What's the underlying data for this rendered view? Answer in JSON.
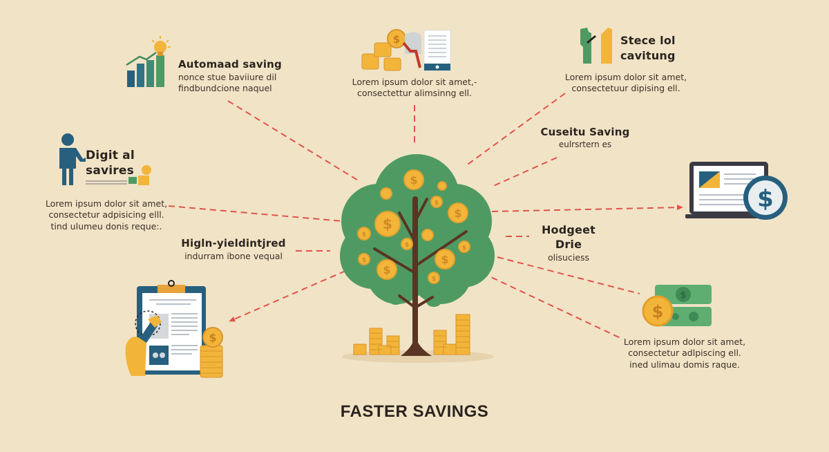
{
  "colors": {
    "background": "#f1e3c6",
    "connector": "#e0534a",
    "tree_foliage": "#4f9a63",
    "tree_trunk": "#5a3424",
    "coin": "#f2b53a",
    "coin_dark": "#d9932b",
    "blue": "#27607e",
    "green": "#4f9a63",
    "text": "#2a241e"
  },
  "center": {
    "icon": "money-tree-icon",
    "coin_symbol": "$"
  },
  "nodes": {
    "automated": {
      "icon": "growth-chart-lightbulb-icon",
      "title": "Automaad saving",
      "lines": [
        "nonce stue baviiure dil",
        "findbundcione naquel"
      ]
    },
    "top_center": {
      "icon": "coins-document-icon",
      "lines": [
        "Lorem ipsum dolor sit amet,-",
        "consectettur alimsinng ell."
      ]
    },
    "stece": {
      "icon": "bar-blocks-icon",
      "title_lines": [
        "Stece lol",
        "cavitung"
      ],
      "lines": [
        "Lorem ipsum dolor sit amet,",
        "consectetuur dipising ell."
      ]
    },
    "cuseitu": {
      "title": "Cuseitu Saving",
      "lines": [
        "eulrsrtern es"
      ]
    },
    "digital": {
      "icon": "person-coin-icon",
      "title_lines": [
        "Digit al",
        "savires"
      ],
      "lines": [
        "Lorem ipsum dolor sit amet,",
        "consectetur adpisicing elll.",
        "tind ulumeu donis reque:."
      ]
    },
    "high_yield": {
      "title": "Higln-yieldintjred",
      "lines": [
        "indurram ibone vequal"
      ]
    },
    "laptop": {
      "icon": "laptop-dollar-icon",
      "coin_symbol": "$"
    },
    "hodgeet": {
      "title": "Hodgeet Drie",
      "lines": [
        "olisuciess"
      ]
    },
    "clipboard": {
      "icon": "clipboard-megaphone-coins-icon",
      "coin_symbol": "$"
    },
    "cash": {
      "icon": "cash-coin-icon",
      "coin_symbol": "$",
      "lines": [
        "Lorem ipsum dolor sit amet,",
        "consectetur adlpiscing ell.",
        "ined ulimau domis raque."
      ]
    }
  },
  "footer": {
    "title": "FASTER SAVINGS"
  }
}
